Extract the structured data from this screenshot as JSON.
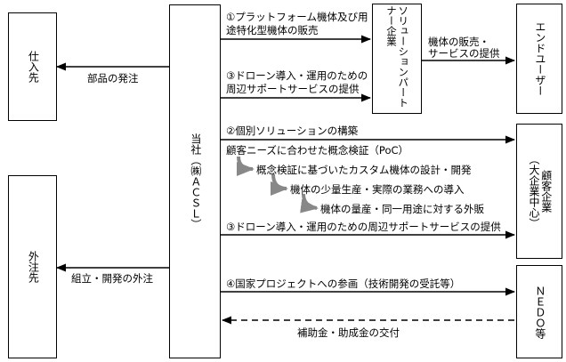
{
  "nodes": {
    "supplier": "仕入先",
    "outsourcer": "外注先",
    "company": "当社（㈱ＡＣＳＬ）",
    "solution_partner": "ソリューションパートナー企業",
    "end_user": "エンドユーザー",
    "client_company_main": "顧客企業",
    "client_company_sub": "（大企業中心）",
    "nedo": "ＮＥＤＯ等"
  },
  "labels": {
    "flow1_line1": "①プラットフォーム機体及び用",
    "flow1_line2": "途特化型機体の販売",
    "flow3a_line1": "③ドローン導入・運用のための",
    "flow3a_line2": "周辺サポートサービスの提供",
    "partner_sales_line1": "機体の販売・",
    "partner_sales_line2": "サービスの提供",
    "parts_order": "部品の発注",
    "assembly_outsourcing": "組立・開発の外注",
    "flow2": "②個別ソリューションの構築",
    "poc": "顧客ニーズに合わせた概念検証（PoC）",
    "custom_design": "概念検証に基づいたカスタム機体の設計・開発",
    "small_production": "機体の少量生産・実際の業務への導入",
    "mass_production": "機体の量産・同一用途に対する外販",
    "flow3b": "③ドローン導入・運用のための周辺サポートサービスの提供",
    "flow4": "④国家プロジェクトへの参画（技術開発の受託等）",
    "subsidy": "補助金・助成金の交付"
  }
}
